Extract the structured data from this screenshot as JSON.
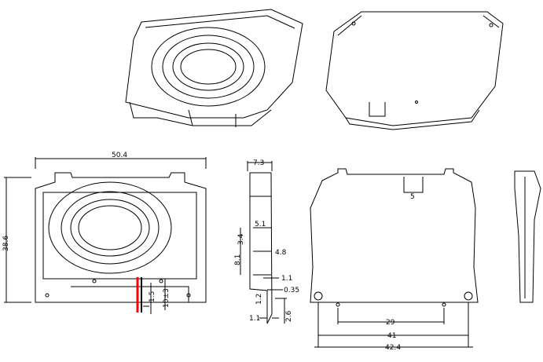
{
  "dimensions": {
    "front": {
      "width": "50.4",
      "height": "38.6",
      "lead_gap": "1.5",
      "lead_length": "10±3"
    },
    "side": {
      "depth": "7.3",
      "d5_1": "5.1",
      "d3_4": "3.4",
      "d8_1": "8.1",
      "d4_8": "4.8",
      "d1_1a": "1.1",
      "d0_35": "0.35",
      "d1_2": "1.2",
      "d2_6": "2.6",
      "d1_1b": "1.1"
    },
    "back": {
      "slot": "5",
      "d29": "29",
      "d41": "41",
      "d42_4": "42.4"
    }
  },
  "colors": {
    "lead_positive": "#ff0000",
    "lead_negative": "#000000",
    "line": "#000000"
  }
}
